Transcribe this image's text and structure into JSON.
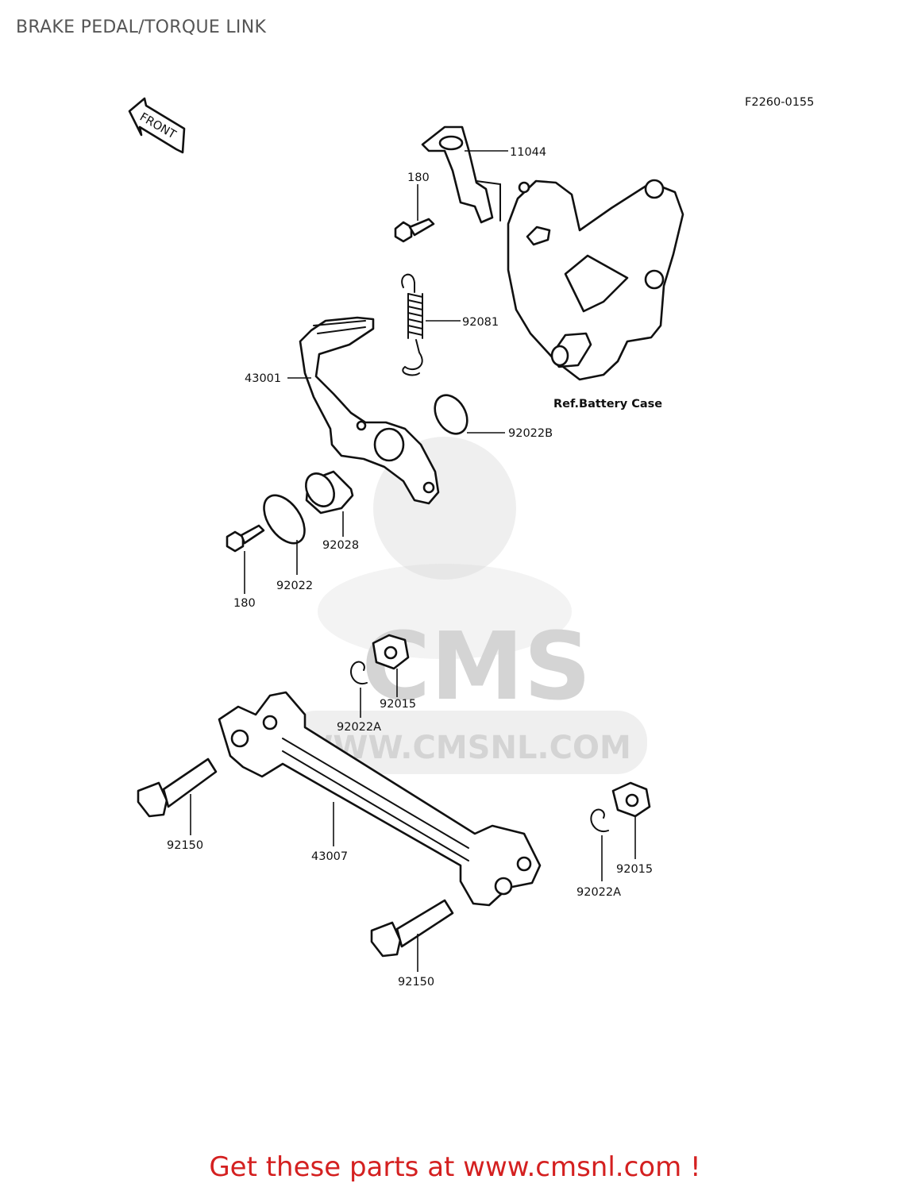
{
  "title": "BRAKE PEDAL/TORQUE LINK",
  "diagram_code": "F2260-0155",
  "direction_marker": "FRONT",
  "reference_note": "Ref.Battery Case",
  "part_labels": {
    "p11044": "11044",
    "p180_top": "180",
    "p92081": "92081",
    "p43001": "43001",
    "p92022B": "92022B",
    "p92028": "92028",
    "p92022": "92022",
    "p180_bottom": "180",
    "p92015_top": "92015",
    "p92022A_top": "92022A",
    "p92150_left": "92150",
    "p43007": "43007",
    "p92015_right": "92015",
    "p92022A_right": "92022A",
    "p92150_bottom": "92150"
  },
  "watermark": {
    "brand": "CMS",
    "url": "WWW.CMSNL.COM"
  },
  "footer": {
    "link_text": "Get these parts at www.cmsnl.com !"
  },
  "colors": {
    "footer_text": "#d42020",
    "title_text": "#555555",
    "watermark": "#d0d0d0"
  }
}
